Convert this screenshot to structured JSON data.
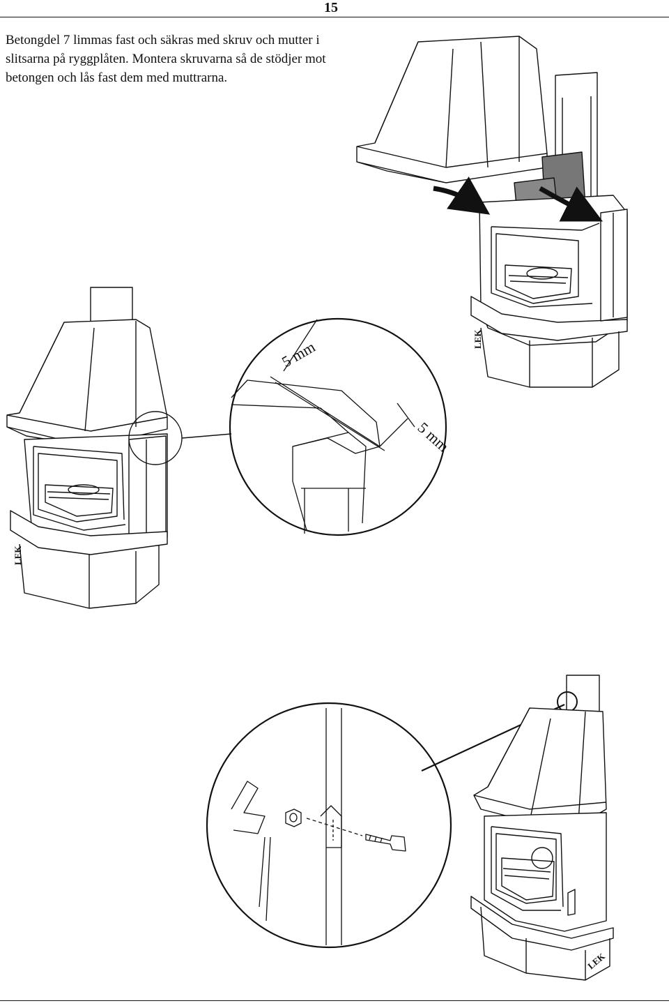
{
  "page": {
    "number": "15",
    "instruction": "Betongdel 7 limmas fast och säkras med skruv och mutter i slitsarna på ryggplåten. Montera skruvarna så de stödjer mot betongen och lås fast dem med muttrarna."
  },
  "figures": {
    "top_right_brand": "LEK",
    "left_brand": "LEK",
    "bottom_right_brand": "LEK",
    "detail_gap_top": "5 mm",
    "detail_gap_right": "5 mm"
  }
}
